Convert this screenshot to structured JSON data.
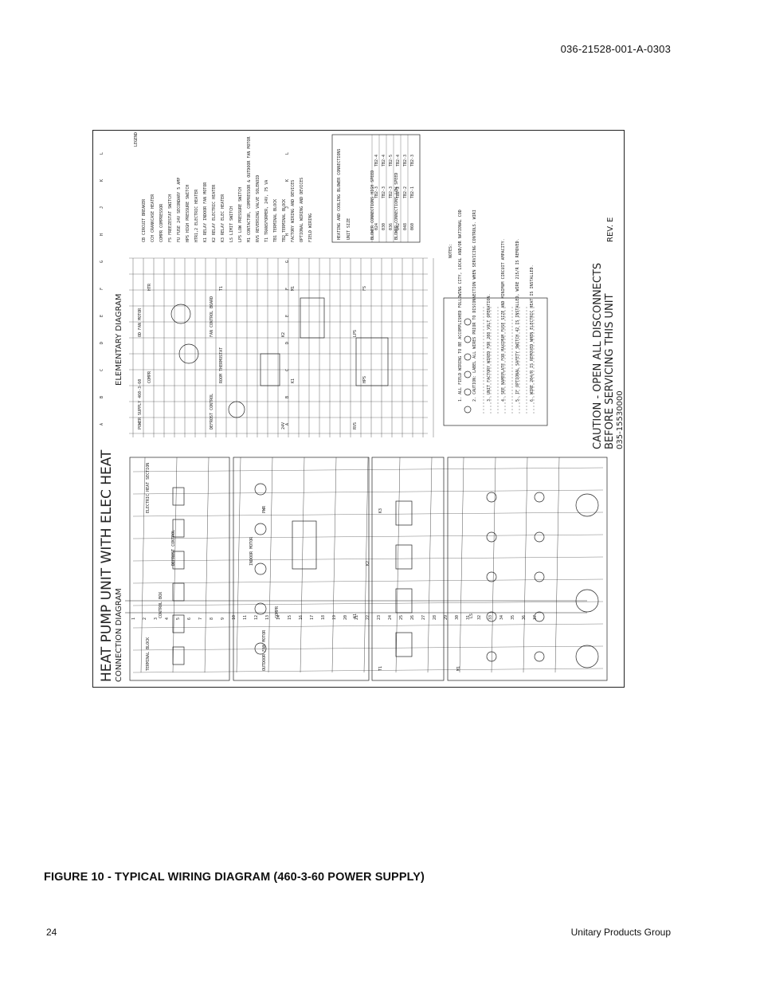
{
  "header": {
    "doc_number": "036-21528-001-A-0303"
  },
  "figure": {
    "caption": "FIGURE 10 - TYPICAL WIRING DIAGRAM (460-3-60 POWER SUPPLY)",
    "diagram": {
      "title": "HEAT PUMP UNIT WITH ELEC HEAT",
      "connection_title": "CONNECTION DIAGRAM",
      "elementary_title": "ELEMENTARY DIAGRAM",
      "caution_line1": "CAUTION - OPEN ALL DISCONNECTS",
      "caution_line2": "BEFORE SERVICING THIS UNIT",
      "drawing_number": "035-15530000",
      "revision": "REV. E",
      "legend_title": "LEGEND",
      "legend": [
        "CB  CIRCUIT BREAKER",
        "CCH  CRANKCASE HEATER",
        "COMPR  COMPRESSOR",
        "FS  FREEZESTAT SWITCH",
        "FU  FUSE 24V SECONDARY 5 AMP",
        "HPS  HIGH PRESSURE SWITCH",
        "HTR1,2  ELECTRIC HEATER",
        "K1  RELAY INDOOR FAN MOTOR",
        "K2  RELAY ELECTRIC HEATER",
        "K3  RELAY ELEC HEATER",
        "LS  LIMIT SWITCH",
        "LPS  LOW PRESSURE SWITCH",
        "M1  CONTACTOR, COMPRESSOR & OUTDOOR FAN MOTOR",
        "RVS  REVERSING VALVE SOLENOID",
        "T1  TRANSFORMER, 24V, 75 VA",
        "TB1  TERMINAL BLOCK",
        "TB2  TERMINAL BLOCK",
        "FACTORY WIRING AND DEVICES",
        "OPTIONAL WIRING AND DEVICES",
        "FIELD WIRING"
      ],
      "notes_title": "NOTES:",
      "notes": [
        "1. ALL FIELD WIRING TO BE ACCOMPLISHED FOLLOWING CITY, LOCAL AND/OR NATIONAL CODES IN EFFECT AT TIME OF INSTALLATION OF THIS UNIT.",
        "2. CAUTION: LABEL ALL WIRES PRIOR TO DISCONNECTION WHEN SERVICING CONTROLS. WIRING ERRORS CAN CAUSE IMPROPER AND DANGEROUS OPERATION.",
        "3. UNIT FACTORY WIRED FOR 208 VOLT OPERATION.",
        "4. SEE NAMEPLATE FOR MAXIMUM FUSE SIZE AND MINIMUM CIRCUIT AMPACITY.",
        "5. IF OPTIONAL SAFETY SWITCH 42 IS INSTALLED, WIRE 215/R IS REMOVED.",
        "6. WIRE 204/R IS REMOVED WHEN ELECTRIC HEAT IS INSTALLED."
      ],
      "table_title": "HEATING AND COOLING BLOWER CONNECTIONS",
      "table_headers": [
        "UNIT SIZE",
        "BLOWER CONNECTIONS HIGH SPEED",
        "BLOWER CONNECTIONS LOW SPEED"
      ],
      "table_rows": [
        [
          "024",
          "TB2-3",
          "TB2-4"
        ],
        [
          "030",
          "TB2-3",
          "TB2-4"
        ],
        [
          "036",
          "TB2-3",
          "TB2-5"
        ],
        [
          "042",
          "TB2-2",
          "TB2-4"
        ],
        [
          "048",
          "TB2-2",
          "TB2-3"
        ],
        [
          "060",
          "TB2-1",
          "TB2-3"
        ]
      ],
      "connection_labels": [
        "TERMINAL BLOCK",
        "CONTROL BOX",
        "DEFROST CONTROL",
        "ELECTRIC HEAT SECTION",
        "OUTDOOR FAN MOTOR",
        "COMPR",
        "INDOOR MOTOR",
        "PWR",
        "T1",
        "K1",
        "K2",
        "K3",
        "M1",
        "LS"
      ],
      "elementary_labels": [
        "POWER SUPPLY 460-3-60",
        "COMPR",
        "OD FAN MOTOR",
        "HTR",
        "DEFROST CONTROL",
        "ROOM THERMOSTAT",
        "FAN CONTROL BOARD",
        "T1",
        "24V",
        "K1",
        "K2",
        "M1",
        "RVS",
        "HPS",
        "LPS",
        "FS"
      ],
      "row_numbers": [
        "1",
        "2",
        "3",
        "4",
        "5",
        "6",
        "7",
        "8",
        "9",
        "10",
        "11",
        "12",
        "13",
        "14",
        "15",
        "16",
        "17",
        "18",
        "19",
        "20",
        "21",
        "22",
        "23",
        "24",
        "25",
        "26",
        "27",
        "28",
        "29",
        "30",
        "31",
        "32",
        "33",
        "34",
        "35",
        "36",
        "37"
      ],
      "column_letters": [
        "A",
        "B",
        "C",
        "D",
        "E",
        "F",
        "G",
        "H",
        "J",
        "K",
        "L"
      ]
    }
  },
  "footer": {
    "page_number": "24",
    "publisher": "Unitary Products Group"
  }
}
